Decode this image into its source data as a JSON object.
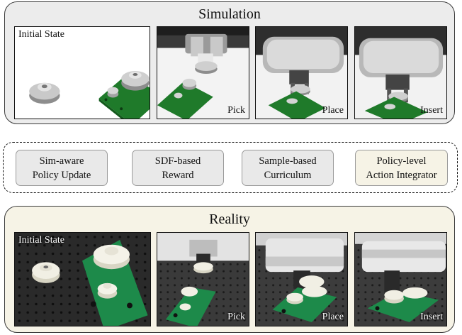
{
  "simulation": {
    "title": "Simulation",
    "frames": [
      {
        "label": "Initial State"
      },
      {
        "label": "Pick"
      },
      {
        "label": "Place"
      },
      {
        "label": "Insert"
      }
    ]
  },
  "modules": [
    {
      "line1": "Sim-aware",
      "line2": "Policy Update"
    },
    {
      "line1": "SDF-based",
      "line2": "Reward"
    },
    {
      "line1": "Sample-based",
      "line2": "Curriculum"
    },
    {
      "line1": "Policy-level",
      "line2": "Action Integrator"
    }
  ],
  "reality": {
    "title": "Reality",
    "frames": [
      {
        "label": "Initial State"
      },
      {
        "label": "Pick"
      },
      {
        "label": "Place"
      },
      {
        "label": "Insert"
      }
    ]
  },
  "colors": {
    "board_green": "#1f7a2a",
    "real_board_green": "#1d8a4a",
    "sim_panel_bg": "#ececec",
    "real_panel_bg": "#f6f3e6"
  }
}
